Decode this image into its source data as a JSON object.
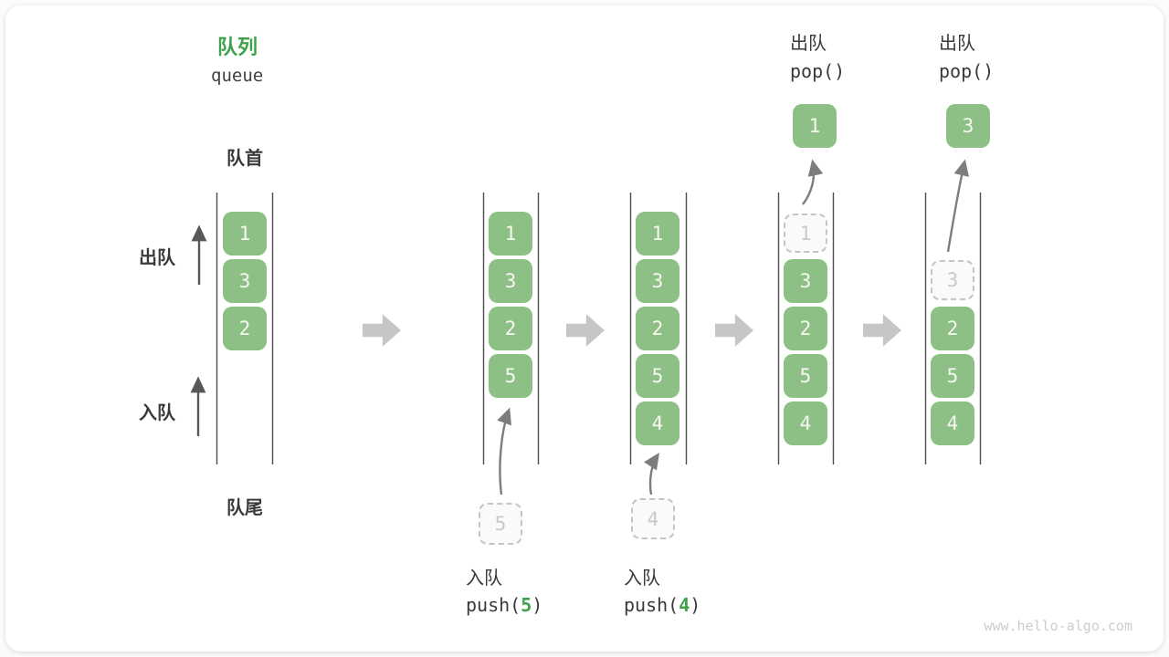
{
  "title": {
    "zh": "队列",
    "en": "queue"
  },
  "side_labels": {
    "front": "队首",
    "rear": "队尾",
    "dequeue": "出队",
    "enqueue": "入队"
  },
  "queues": [
    {
      "slots": [
        "1",
        "3",
        "2"
      ]
    },
    {
      "slots": [
        "1",
        "3",
        "2",
        "5"
      ],
      "incoming": "5"
    },
    {
      "slots": [
        "1",
        "3",
        "2",
        "5",
        "4"
      ],
      "incoming": "4"
    },
    {
      "slots": [
        "1",
        "3",
        "2",
        "5",
        "4"
      ],
      "outgoing": "1"
    },
    {
      "slots": [
        "3",
        "2",
        "5",
        "4"
      ],
      "outgoing": "3"
    }
  ],
  "captions": {
    "enqueue": [
      {
        "action": "入队",
        "code_open": "push(",
        "arg": "5",
        "code_close": ")"
      },
      {
        "action": "入队",
        "code_open": "push(",
        "arg": "4",
        "code_close": ")"
      }
    ],
    "dequeue": [
      {
        "action": "出队",
        "code": "pop()"
      },
      {
        "action": "出队",
        "code": "pop()"
      }
    ]
  },
  "watermark": "www.hello-algo.com",
  "colors": {
    "accent_green": "#3da24a",
    "box_green": "#8cc084",
    "block_arrow_gray": "#c6c6c6",
    "text_dark": "#3a3a3a",
    "queue_line": "#4d4d4d",
    "dashed_border": "#c4c4c4",
    "watermark_gray": "#cccccc"
  }
}
